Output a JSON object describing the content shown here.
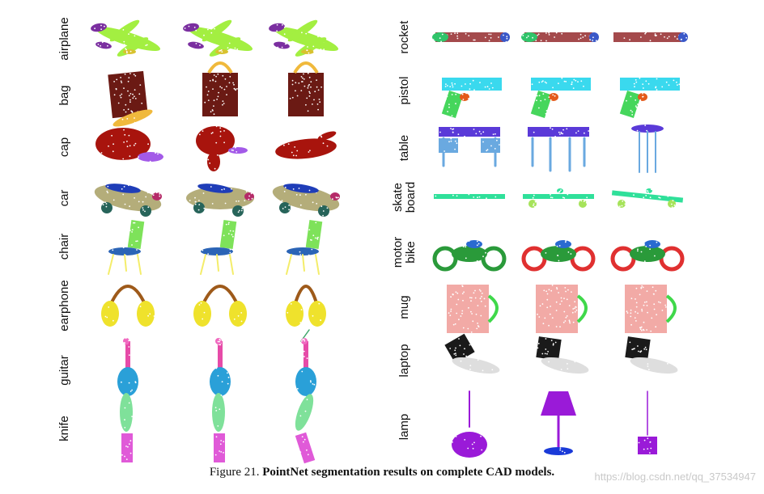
{
  "figure": {
    "rows_left": [
      {
        "label": "airplane",
        "colors": [
          "#a3ef41",
          "#7b2fa0",
          "#d8c22f"
        ]
      },
      {
        "label": "bag",
        "colors": [
          "#6b1a14",
          "#f0b93c"
        ]
      },
      {
        "label": "cap",
        "colors": [
          "#a8140d",
          "#a35ae8"
        ]
      },
      {
        "label": "car",
        "colors": [
          "#b4ad7a",
          "#1f3db8",
          "#27645a",
          "#b52a68"
        ]
      },
      {
        "label": "chair",
        "colors": [
          "#2b64b6",
          "#7ee25a",
          "#f4ed6a"
        ]
      },
      {
        "label": "earphone",
        "colors": [
          "#efe22c",
          "#9e5a1a",
          "#3fa66a"
        ]
      },
      {
        "label": "guitar",
        "colors": [
          "#2aa0d8",
          "#e64ba8",
          "#f069c0"
        ]
      },
      {
        "label": "knife",
        "colors": [
          "#e05ad8",
          "#7fe19a"
        ]
      }
    ],
    "rows_right": [
      {
        "label": "rocket",
        "colors": [
          "#a44a4c",
          "#3a58c8",
          "#30c46a"
        ]
      },
      {
        "label": "pistol",
        "colors": [
          "#3ad9ee",
          "#46d65c",
          "#e45a1a"
        ]
      },
      {
        "label": "table",
        "colors": [
          "#5a3ad8",
          "#6aa9e0"
        ]
      },
      {
        "label": "skate board",
        "label_lines": [
          "skate",
          "board"
        ],
        "colors": [
          "#2fe09a",
          "#a6e35a"
        ]
      },
      {
        "label": "motor bike",
        "label_lines": [
          "motor",
          "bike"
        ],
        "colors": [
          "#2a9a3a",
          "#e03030",
          "#2a6ad0"
        ]
      },
      {
        "label": "mug",
        "colors": [
          "#f2aaa6",
          "#3fd84a"
        ]
      },
      {
        "label": "laptop",
        "colors": [
          "#1a1a1a",
          "#dedede"
        ]
      },
      {
        "label": "lamp",
        "colors": [
          "#9a1ad8",
          "#1a3ad8"
        ]
      }
    ]
  },
  "caption": {
    "prefix": "Figure 21. ",
    "bold": "PointNet segmentation results on complete CAD models."
  },
  "watermark": "https://blog.csdn.net/qq_37534947"
}
